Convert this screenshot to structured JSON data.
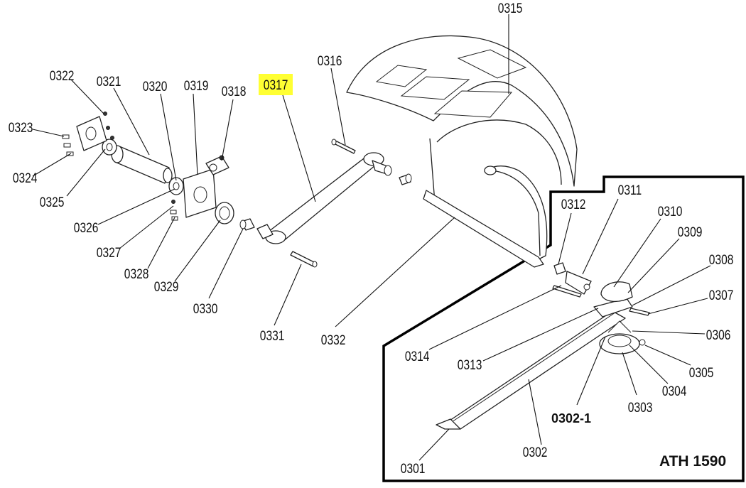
{
  "highlight_color": "#ffff33",
  "model": "ATH 1590",
  "parts": {
    "p0301": "0301",
    "p0302": "0302",
    "p0302_1": "0302-1",
    "p0303": "0303",
    "p0304": "0304",
    "p0305": "0305",
    "p0306": "0306",
    "p0307": "0307",
    "p0308": "0308",
    "p0309": "0309",
    "p0310": "0310",
    "p0311": "0311",
    "p0312": "0312",
    "p0313": "0313",
    "p0314": "0314",
    "p0315": "0315",
    "p0316": "0316",
    "p0317": "0317",
    "p0318": "0318",
    "p0319": "0319",
    "p0320": "0320",
    "p0321": "0321",
    "p0322": "0322",
    "p0323": "0323",
    "p0324": "0324",
    "p0325": "0325",
    "p0326": "0326",
    "p0327": "0327",
    "p0328": "0328",
    "p0329": "0329",
    "p0330": "0330",
    "p0331": "0331",
    "p0332": "0332"
  },
  "highlighted_part": "0317"
}
